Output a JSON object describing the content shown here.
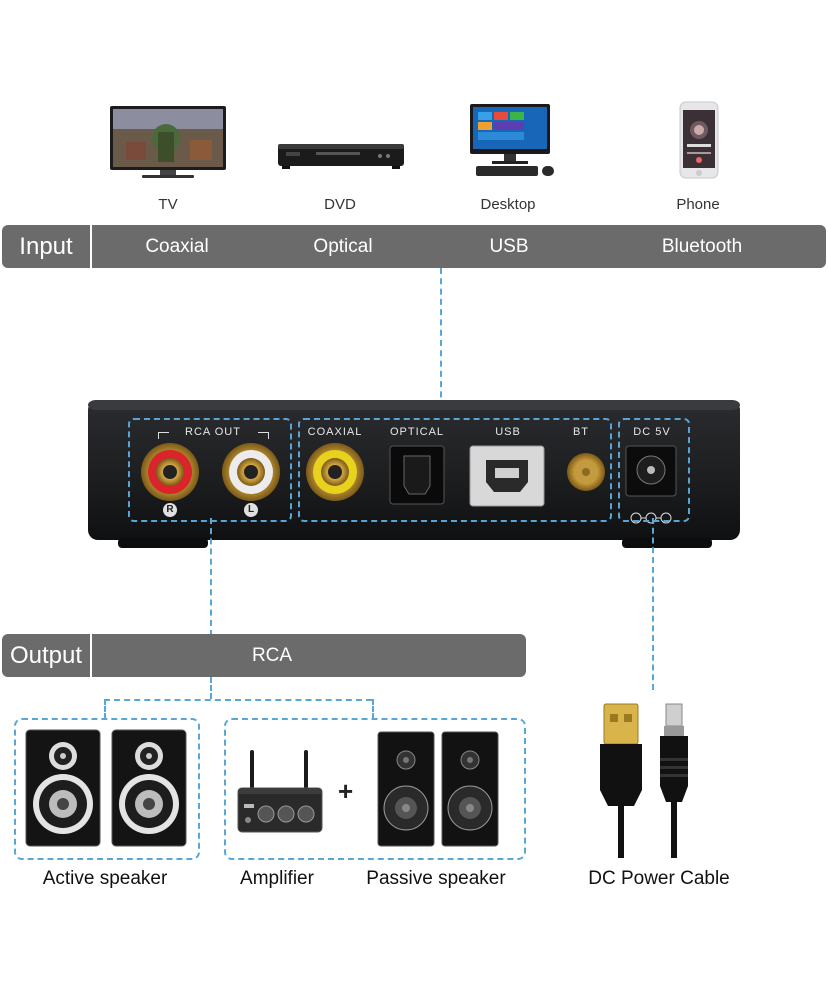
{
  "sources": [
    {
      "label": "TV",
      "icon": "tv-icon"
    },
    {
      "label": "DVD",
      "icon": "dvd-player-icon"
    },
    {
      "label": "Desktop",
      "icon": "desktop-computer-icon"
    },
    {
      "label": "Phone",
      "icon": "smartphone-icon"
    }
  ],
  "input_bar": {
    "title": "Input",
    "items": [
      "Coaxial",
      "Optical",
      "USB",
      "Bluetooth"
    ]
  },
  "device_panel": {
    "rca_out": "RCA OUT",
    "right_mark": "R",
    "left_mark": "L",
    "ports": [
      "COAXIAL",
      "OPTICAL",
      "USB",
      "BT"
    ],
    "power": "DC 5V"
  },
  "output_bar": {
    "title": "Output",
    "item": "RCA"
  },
  "outputs": {
    "active": "Active speaker",
    "amplifier": "Amplifier",
    "plus": "+",
    "passive": "Passive speaker",
    "power_cable": "DC Power Cable"
  },
  "colors": {
    "bar": "#6b6b6b",
    "dash": "#58a7d6",
    "device": "#1e1f21"
  }
}
